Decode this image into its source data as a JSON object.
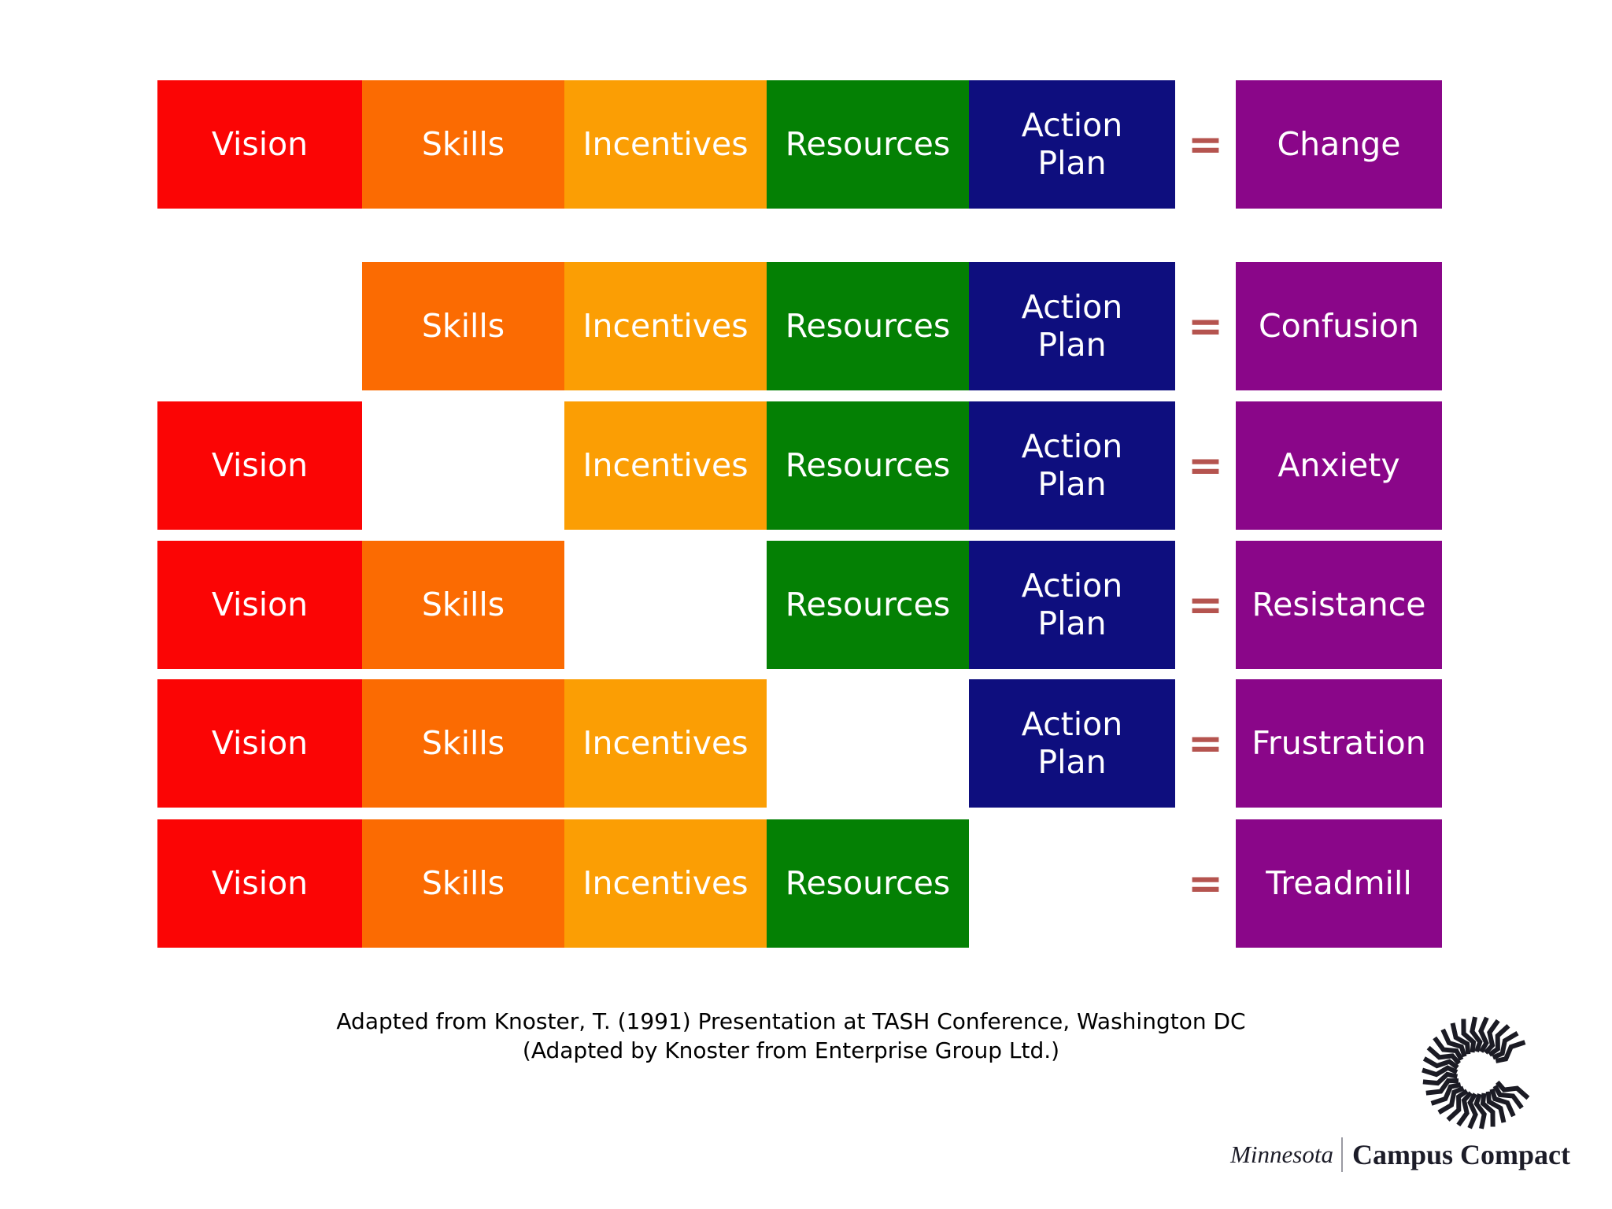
{
  "palette": {
    "vision": "#fb0505",
    "skills": "#fb6b02",
    "incentives": "#fb9e04",
    "resources": "#048004",
    "action_plan": "#0e0e7e",
    "result": "#8a0689",
    "equals": "#b5544f",
    "logo_ink": "#1b1b24"
  },
  "rows": [
    {
      "cells": {
        "vision": "Vision",
        "skills": "Skills",
        "incentives": "Incentives",
        "resources": "Resources",
        "action_plan": "Action Plan"
      },
      "equals": "=",
      "result": "Change"
    },
    {
      "cells": {
        "skills": "Skills",
        "incentives": "Incentives",
        "resources": "Resources",
        "action_plan": "Action Plan"
      },
      "equals": "=",
      "result": "Confusion"
    },
    {
      "cells": {
        "vision": "Vision",
        "incentives": "Incentives",
        "resources": "Resources",
        "action_plan": "Action Plan"
      },
      "equals": "=",
      "result": "Anxiety"
    },
    {
      "cells": {
        "vision": "Vision",
        "skills": "Skills",
        "resources": "Resources",
        "action_plan": "Action Plan"
      },
      "equals": "=",
      "result": "Resistance"
    },
    {
      "cells": {
        "vision": "Vision",
        "skills": "Skills",
        "incentives": "Incentives",
        "action_plan": "Action Plan"
      },
      "equals": "=",
      "result": "Frustration"
    },
    {
      "cells": {
        "vision": "Vision",
        "skills": "Skills",
        "incentives": "Incentives",
        "resources": "Resources"
      },
      "equals": "=",
      "result": "Treadmill"
    }
  ],
  "footer": {
    "line1": "Adapted from Knoster, T. (1991) Presentation at TASH Conference, Washington DC",
    "line2": "(Adapted by Knoster from Enterprise Group Ltd.)"
  },
  "logo": {
    "spiral_icon": "campus-compact-spiral",
    "org_prefix": "Minnesota",
    "org_name": "Campus Compact"
  }
}
